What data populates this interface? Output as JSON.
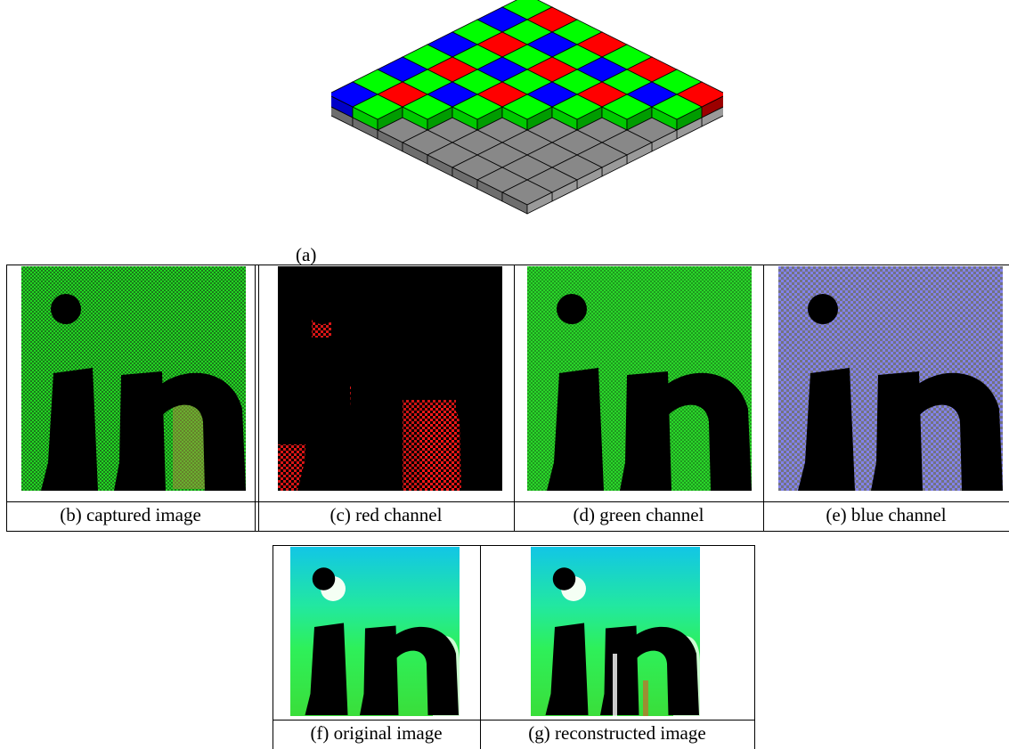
{
  "figure": {
    "a_label": "(a)",
    "top_row": [
      {
        "label": "(b) captured image",
        "kind": "captured"
      },
      {
        "label": "(c) red channel",
        "kind": "red"
      },
      {
        "label": "(d) green channel",
        "kind": "green"
      },
      {
        "label": "(e) blue channel",
        "kind": "blue"
      }
    ],
    "bottom_row": [
      {
        "label": "(f) original image",
        "kind": "original"
      },
      {
        "label": "(g) reconstructed image",
        "kind": "reconstructed"
      }
    ],
    "colors": {
      "green": "#00ff00",
      "red": "#ff0000",
      "blue": "#0000ff",
      "gray": "#808080",
      "photo_green": "#3dbb3d"
    }
  }
}
